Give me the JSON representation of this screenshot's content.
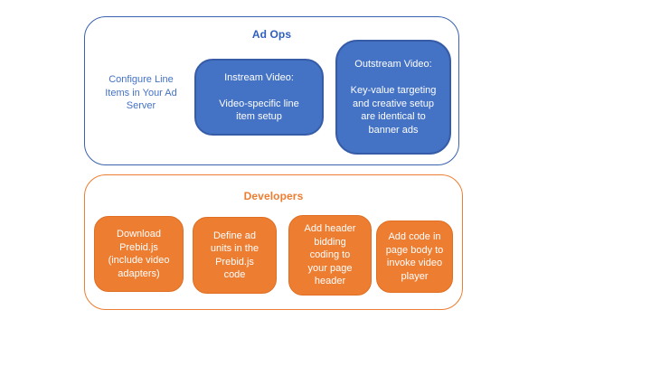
{
  "diagram": {
    "title_hint": "Prebid video setup workflow",
    "ad_ops": {
      "title": "Ad Ops",
      "note": "Configure Line\nItems in Your Ad\nServer",
      "boxes": [
        {
          "id": "instream",
          "text": "Instream Video:\n\nVideo-specific line\nitem setup"
        },
        {
          "id": "outstream",
          "text": "Outstream Video:\n\nKey-value targeting\nand creative setup\nare identical to\nbanner ads"
        }
      ]
    },
    "developers": {
      "title": "Developers",
      "boxes": [
        {
          "id": "step-1",
          "text": "Download\nPrebid.js\n(include video\nadapters)"
        },
        {
          "id": "step-2",
          "text": "Define ad\nunits in the\nPrebid.js\ncode"
        },
        {
          "id": "step-3",
          "text": "Add header\nbidding\ncoding to\nyour page\nheader"
        },
        {
          "id": "step-4",
          "text": "Add code in\npage body to\ninvoke video\nplayer"
        }
      ]
    },
    "colors": {
      "blue_fill": "#4472C4",
      "blue_box_border": "#365CA8",
      "blue_group_border": "#3A62AE",
      "blue_title_text": "#2E5FBE",
      "blue_note_text": "#4472C4",
      "orange_fill": "#ED7D31",
      "orange_box_border": "#E06F23",
      "orange_group_border": "#ED7D31",
      "box_text": "#FFFFFF",
      "background": "#FFFFFF"
    }
  }
}
